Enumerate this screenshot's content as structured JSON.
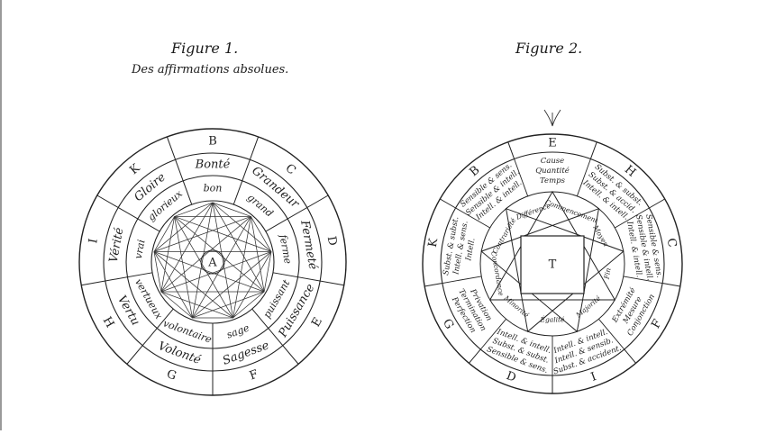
{
  "figure1": {
    "title": "Figure 1.",
    "subtitle": "Des affirmations absolues.",
    "center_label": "A",
    "letters": [
      "B",
      "C",
      "D",
      "E",
      "F",
      "G",
      "H",
      "I",
      "K"
    ],
    "outer_words": [
      "Bonté",
      "Grandeur",
      "Fermeté",
      "Puissance",
      "Sagesse",
      "Volonté",
      "Vertu",
      "Vérité",
      "Gloire"
    ],
    "inner_words": [
      "bon",
      "grand",
      "ferme",
      "puissant",
      "sage",
      "volontaire",
      "vertueux",
      "vrai",
      "glorieux"
    ]
  },
  "figure2": {
    "title": "Figure 2.",
    "center_label": "T",
    "letters": [
      "E",
      "H",
      "C",
      "F",
      "I",
      "D",
      "G",
      "K",
      "B"
    ],
    "ring_texts": [
      [
        "Cause",
        "Quantité",
        "Temps"
      ],
      [
        "Subst. & subst.",
        "Subst. & accid.",
        "Intell. & intell."
      ],
      [
        "Sensible & sens.",
        "Sensible & intell.",
        "Intell. & intell."
      ],
      [
        "Conjonction",
        "Mesure",
        "Extrémité"
      ],
      [
        "Subst. & accident.",
        "Intell. & sensib.",
        "Intell. & intell."
      ],
      [
        "Sensible & sens.",
        "Subst. & subst.",
        "Intell. & intell."
      ],
      [
        "Perfection",
        "Termination",
        "Privation"
      ],
      [
        "Subst. & subst.",
        "Intell. & sens.",
        "Intell."
      ],
      [
        "Sensible & sens.",
        "Sensible & intell.",
        "Intell. & intell."
      ]
    ],
    "star_words": [
      "Commencement",
      "Moyen",
      "Fin",
      "Majorité",
      "Égalité",
      "Minorité",
      "Concordance",
      "Contrariété",
      "Différence"
    ]
  }
}
